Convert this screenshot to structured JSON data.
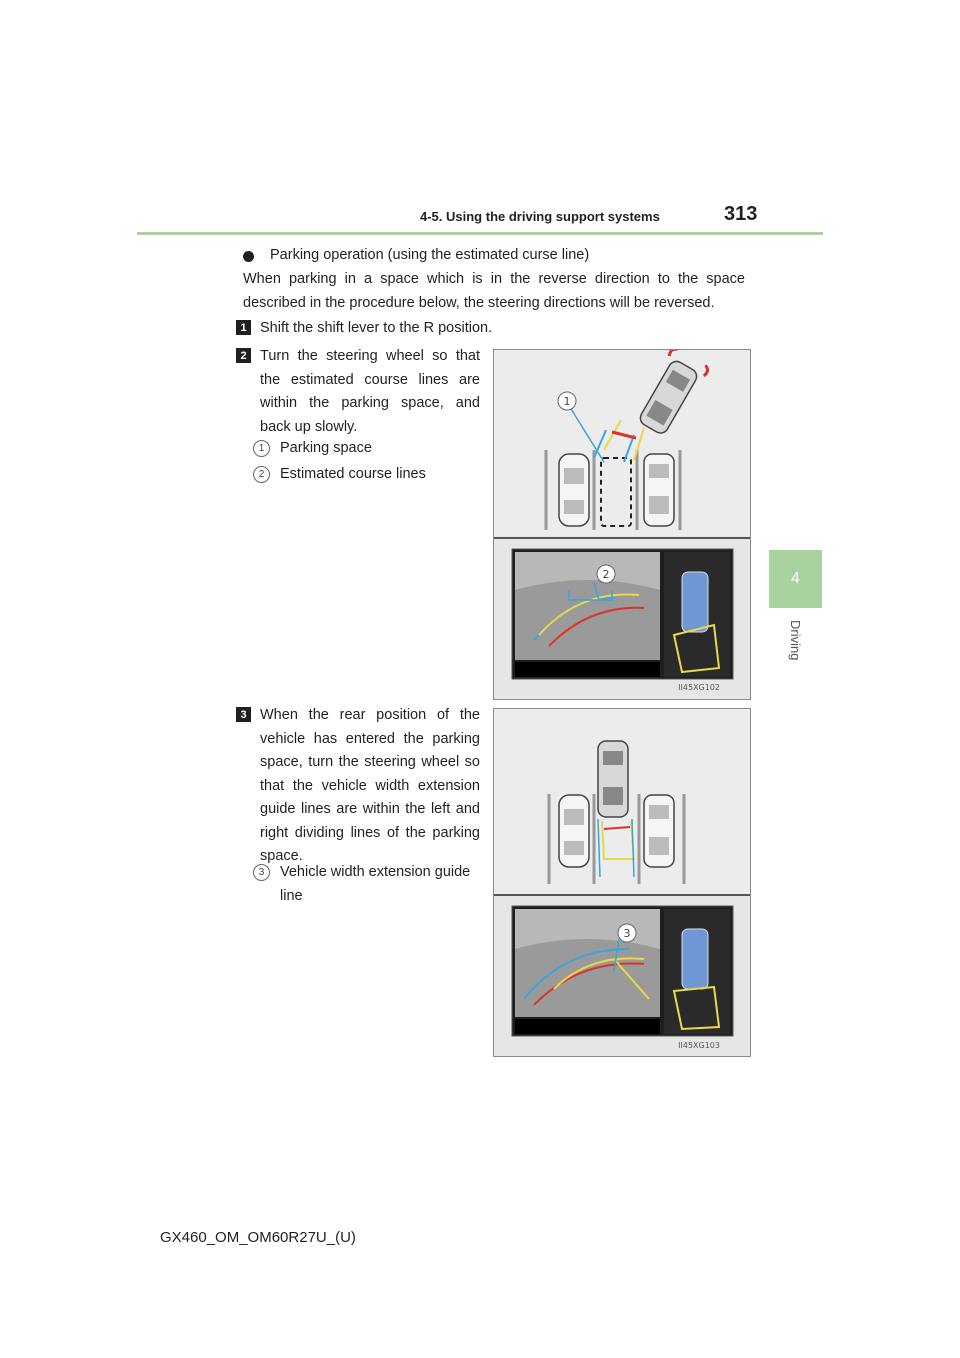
{
  "header": {
    "section_title": "4-5. Using the driving support systems",
    "page_number": "313"
  },
  "side_tab": {
    "number": "4",
    "label": "Driving"
  },
  "bullet": {
    "title": "Parking operation (using the estimated curse line)",
    "body": "When parking in a space which is in the reverse direction to the space described in the procedure below, the steering directions will be reversed."
  },
  "steps": [
    {
      "number": "1",
      "text": "Shift the shift lever to the R position."
    },
    {
      "number": "2",
      "text": "Turn the steering wheel so that the estimated course lines are within the parking space, and back up slowly."
    },
    {
      "number": "3",
      "text": "When the rear position of the vehicle has entered the parking space, turn the steering wheel so that the vehicle width extension guide lines are within the left and right dividing lines of the parking space."
    }
  ],
  "callouts": [
    {
      "number": "1",
      "label": "Parking space"
    },
    {
      "number": "2",
      "label": "Estimated course lines"
    },
    {
      "number": "3",
      "label": "Vehicle width extension guide line"
    }
  ],
  "figures": [
    {
      "code": "II45XG102",
      "callouts": [
        "1",
        "2"
      ]
    },
    {
      "code": "II45XG103",
      "callouts": [
        "3"
      ]
    }
  ],
  "colors": {
    "accent_green": "#a9d39e",
    "guide_yellow": "#e8d84a",
    "guide_red": "#d9342b",
    "guide_blue": "#3aa6dd"
  },
  "footer": {
    "doc_code": "GX460_OM_OM60R27U_(U)"
  }
}
